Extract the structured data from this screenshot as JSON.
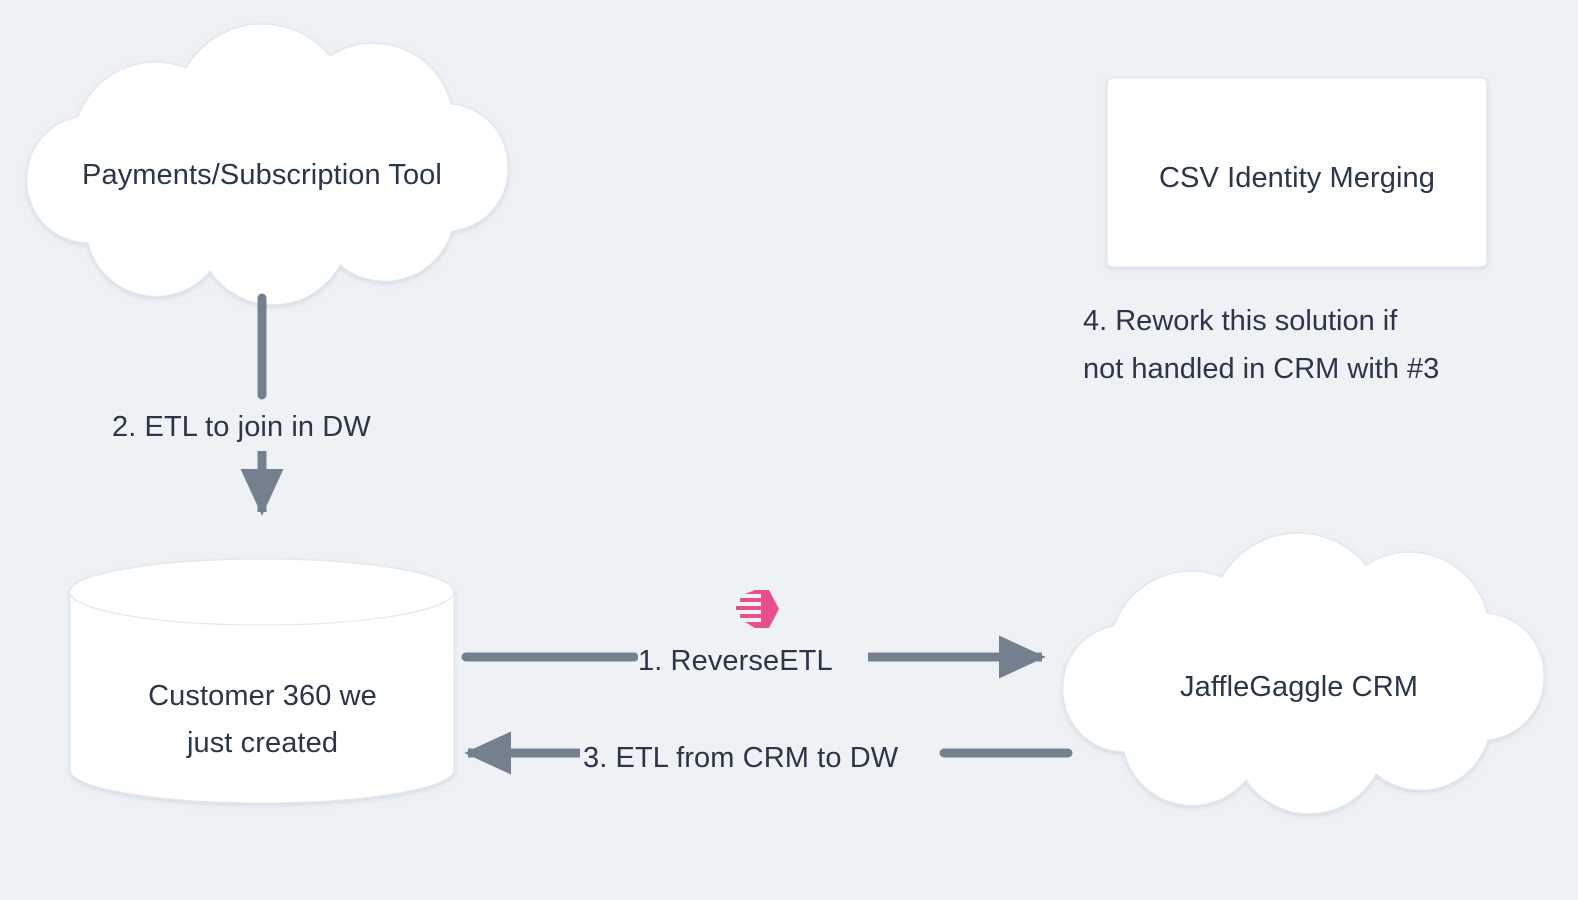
{
  "diagram": {
    "background_color": "#eef2f5",
    "text_color": "#2b3648",
    "line_color": "#74808e",
    "node_fill": "#ffffff",
    "accent_color": "#e8508d",
    "nodes": [
      {
        "id": "payments",
        "shape": "cloud",
        "label": "Payments/Subscription Tool"
      },
      {
        "id": "csv-identity-merging",
        "shape": "rectangle",
        "label": "CSV Identity Merging"
      },
      {
        "id": "warehouse",
        "shape": "cylinder",
        "label": "Customer 360 we\njust created"
      },
      {
        "id": "crm",
        "shape": "cloud",
        "label": "JaffleGaggle CRM"
      }
    ],
    "edges": [
      {
        "id": "edge-1",
        "label": "1. ReverseETL",
        "from": "warehouse",
        "to": "crm",
        "direction": "right",
        "icon": "hightouch-hexagon-icon"
      },
      {
        "id": "edge-2",
        "label": "2. ETL to join in DW",
        "from": "payments",
        "to": "warehouse",
        "direction": "down"
      },
      {
        "id": "edge-3",
        "label": "3. ETL from CRM to DW",
        "from": "crm",
        "to": "warehouse",
        "direction": "left"
      }
    ],
    "notes": [
      {
        "id": "note-rework",
        "label": "4. Rework this solution if\nnot handled in CRM with #3"
      }
    ]
  }
}
